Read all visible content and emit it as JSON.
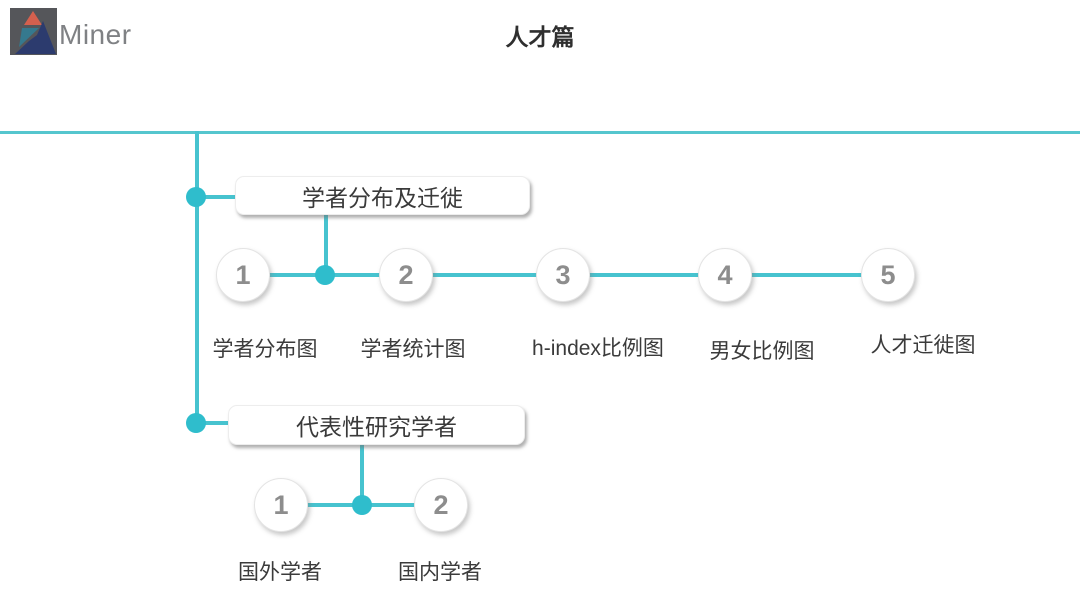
{
  "page": {
    "title": "人才篇"
  },
  "logo": {
    "brand": "Miner"
  },
  "colors": {
    "line_teal": "#47c3cf",
    "dot_teal": "#2fbdcc",
    "top_rule": "#55c6ce",
    "box_text": "#3a3a3a",
    "circle_number": "#8d8d8d",
    "logo_square": "#55565a",
    "logo_triangle_top": "#d4604e",
    "logo_triangle_mid": "#35798e",
    "logo_triangle_bottom": "#2c3b6e",
    "brand_text": "#7f8184"
  },
  "tree": {
    "branches": [
      {
        "title": "学者分布及迁徙",
        "items": [
          {
            "num": "1",
            "label": "学者分布图"
          },
          {
            "num": "2",
            "label": "学者统计图"
          },
          {
            "num": "3",
            "label": "h-index比例图"
          },
          {
            "num": "4",
            "label": "男女比例图"
          },
          {
            "num": "5",
            "label": "人才迁徙图"
          }
        ]
      },
      {
        "title": "代表性研究学者",
        "items": [
          {
            "num": "1",
            "label": "国外学者"
          },
          {
            "num": "2",
            "label": "国内学者"
          }
        ]
      }
    ]
  }
}
